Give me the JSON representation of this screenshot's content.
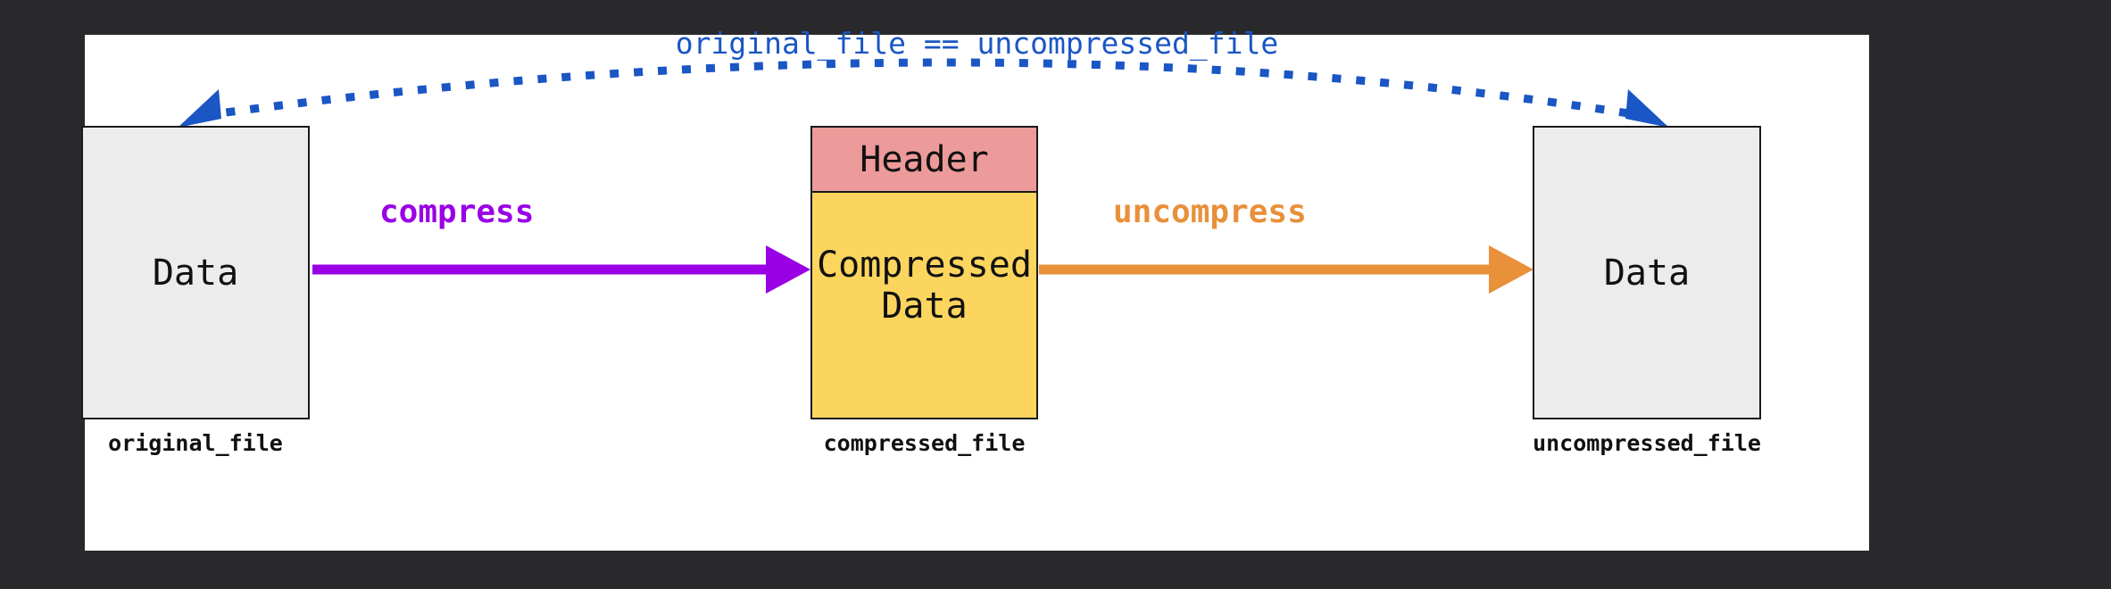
{
  "figure": {
    "background_color": "#29292b",
    "canvas_color": "#ffffff",
    "equality_note": "original_file == uncompressed_file",
    "equality_note_color": "#1a56c4"
  },
  "boxes": {
    "original": {
      "body_label": "Data",
      "caption": "original_file",
      "fill": "#ececec",
      "stroke": "#1a1a1a"
    },
    "compressed": {
      "header_label": "Header",
      "header_fill": "#ed9a9a",
      "body_label": "Compressed\nData",
      "body_line1": "Compressed",
      "body_line2": "Data",
      "body_fill": "#fcd55e",
      "caption": "compressed_file",
      "stroke": "#1a1a1a"
    },
    "uncompressed": {
      "body_label": "Data",
      "caption": "uncompressed_file",
      "fill": "#ececec",
      "stroke": "#1a1a1a"
    }
  },
  "arrows": {
    "compress": {
      "label": "compress",
      "color": "#9900e6",
      "direction": "left-to-right",
      "from": "original_file",
      "to": "compressed_file"
    },
    "uncompress": {
      "label": "uncompress",
      "color": "#e8903a",
      "direction": "left-to-right",
      "from": "compressed_file",
      "to": "uncompressed_file"
    },
    "equality_arc": {
      "label": "original_file == uncompressed_file",
      "color": "#1a56c4",
      "style": "dotted",
      "direction": "double-headed",
      "from": "original_file",
      "to": "uncompressed_file"
    }
  }
}
